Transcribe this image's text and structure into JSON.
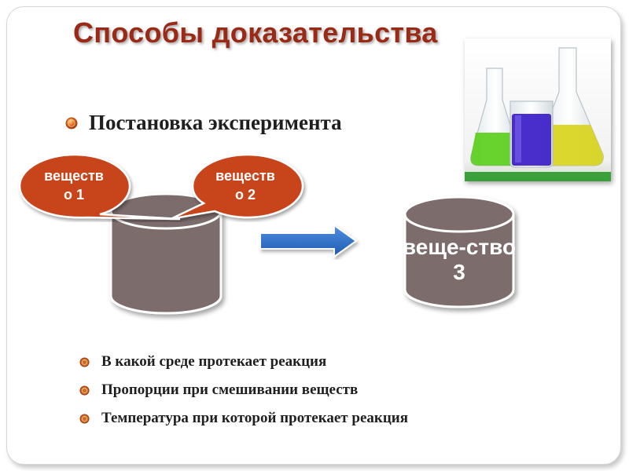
{
  "slide": {
    "title": "Способы доказательства",
    "subtitle": "Постановка эксперимента",
    "bubbles": {
      "left": "вещество 1",
      "right": "вещество 2"
    },
    "result_label": "веще-ство 3",
    "bullets": [
      "В какой среде протекает реакция",
      "Пропорции при смешивании веществ",
      "Температура при которой протекает реакция"
    ]
  },
  "colors": {
    "title": "#9a2a16",
    "bubble": "#c8441c",
    "cylinder": "#7d6c6c",
    "arrow": "#2e6fc4",
    "bullet": "#d2691e"
  }
}
